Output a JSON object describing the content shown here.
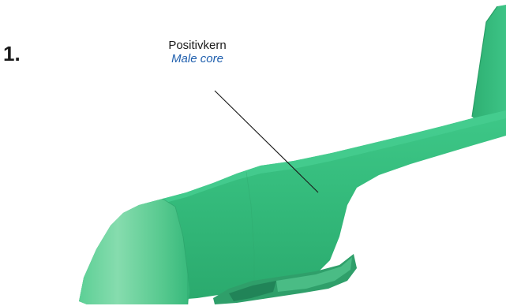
{
  "figure": {
    "step_number": "1.",
    "label": {
      "primary": "Positivkern",
      "secondary": "Male core"
    },
    "object": "male-core-fuselage",
    "colors": {
      "core_body": "#33b97a",
      "core_top": "#3cc786",
      "core_light": "#7fd9a9",
      "core_dark": "#1e7f55",
      "label_primary": "#1a1a1a",
      "label_secondary": "#1f5fae",
      "leader_line": "#1a1a1a"
    }
  }
}
